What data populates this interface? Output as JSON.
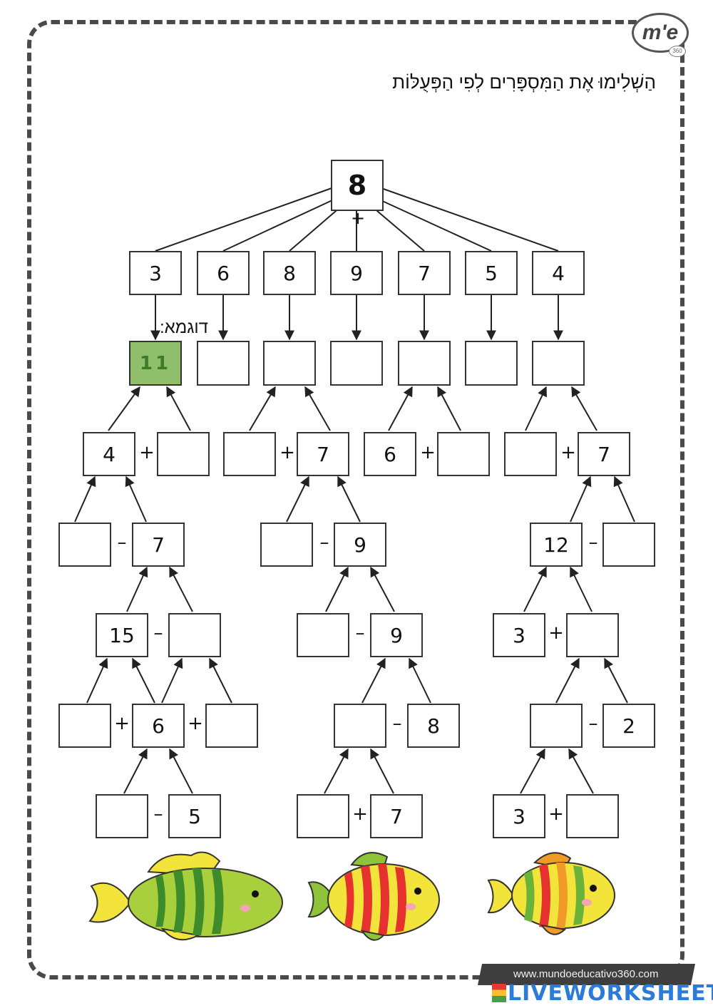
{
  "header": {
    "logo_text": "m'e",
    "logo_sub": "360",
    "instruction": "הַשְׁלִימוּ אֶת הַמִּסְפָּרִים לְפִי הַפְּעֻלּוֹת",
    "example_label": "דוגמא:"
  },
  "top_number": "8",
  "top_operator": "+",
  "row1": [
    "3",
    "6",
    "8",
    "9",
    "7",
    "5",
    "4"
  ],
  "row2": [
    "11",
    "",
    "",
    "",
    "",
    "",
    ""
  ],
  "row3": [
    {
      "left": "4",
      "op": "+",
      "right": ""
    },
    {
      "left": "",
      "op": "+",
      "right": "7"
    },
    {
      "left": "6",
      "op": "+",
      "right": ""
    },
    {
      "left": "",
      "op": "+",
      "right": "7"
    }
  ],
  "row4": [
    {
      "left": "",
      "op": "–",
      "right": "7"
    },
    {
      "left": "",
      "op": "–",
      "right": "9"
    },
    {
      "left": "12",
      "op": "–",
      "right": ""
    }
  ],
  "row5": [
    {
      "left": "15",
      "op": "–",
      "right": ""
    },
    {
      "left": "",
      "op": "–",
      "right": "9"
    },
    {
      "left": "3",
      "op": "+",
      "right": ""
    }
  ],
  "row6": [
    {
      "a": "",
      "op1": "+",
      "b": "6",
      "op2": "+",
      "c": ""
    },
    {
      "left": "",
      "op": "–",
      "right": "8"
    },
    {
      "left": "",
      "op": "–",
      "right": "2"
    }
  ],
  "row7": [
    {
      "left": "",
      "op": "–",
      "right": "5"
    },
    {
      "left": "",
      "op": "+",
      "right": "7"
    },
    {
      "left": "3",
      "op": "+",
      "right": ""
    }
  ],
  "footer": {
    "url": "www.mundoeducativo360.com",
    "brand": "LIVEWORKSHEETS"
  },
  "colors": {
    "example_fill": "#8fbf6a",
    "brand_blue": "#2b7bd8"
  }
}
